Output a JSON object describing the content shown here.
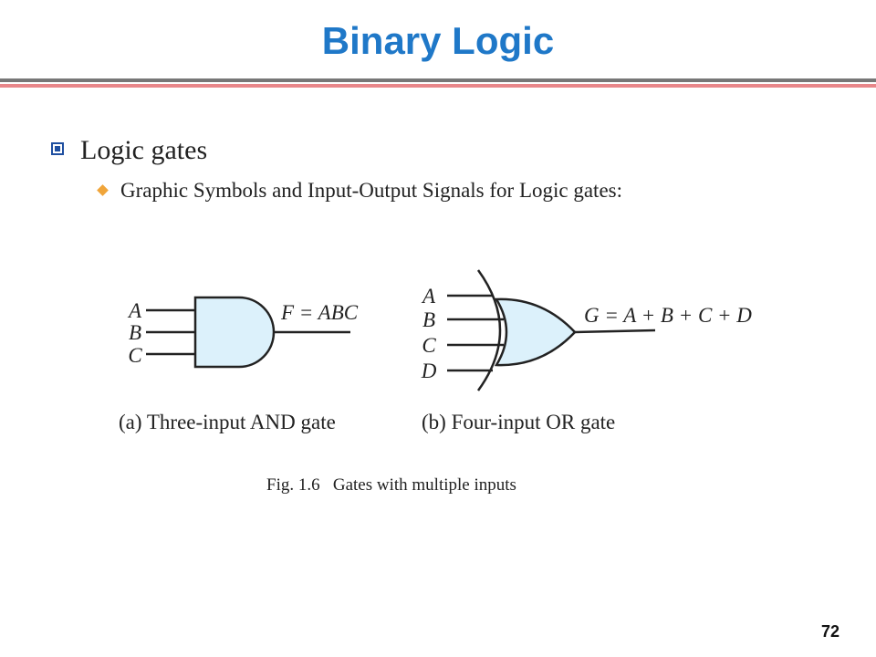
{
  "slide": {
    "title": "Binary Logic",
    "bullet_level1": "Logic gates",
    "bullet_level2": "Graphic Symbols and Input-Output Signals for Logic gates:",
    "page_number": "72"
  },
  "figure": {
    "and_gate": {
      "inputs": [
        "A",
        "B",
        "C"
      ],
      "output_expression": "F = ABC",
      "caption": "(a) Three-input AND gate"
    },
    "or_gate": {
      "inputs": [
        "A",
        "B",
        "C",
        "D"
      ],
      "output_expression": "G = A + B + C + D",
      "caption": "(b) Four-input OR gate"
    },
    "caption": "Fig. 1.6   Gates with multiple inputs",
    "gate_fill": "#dcf1fb",
    "stroke": "#222222"
  }
}
